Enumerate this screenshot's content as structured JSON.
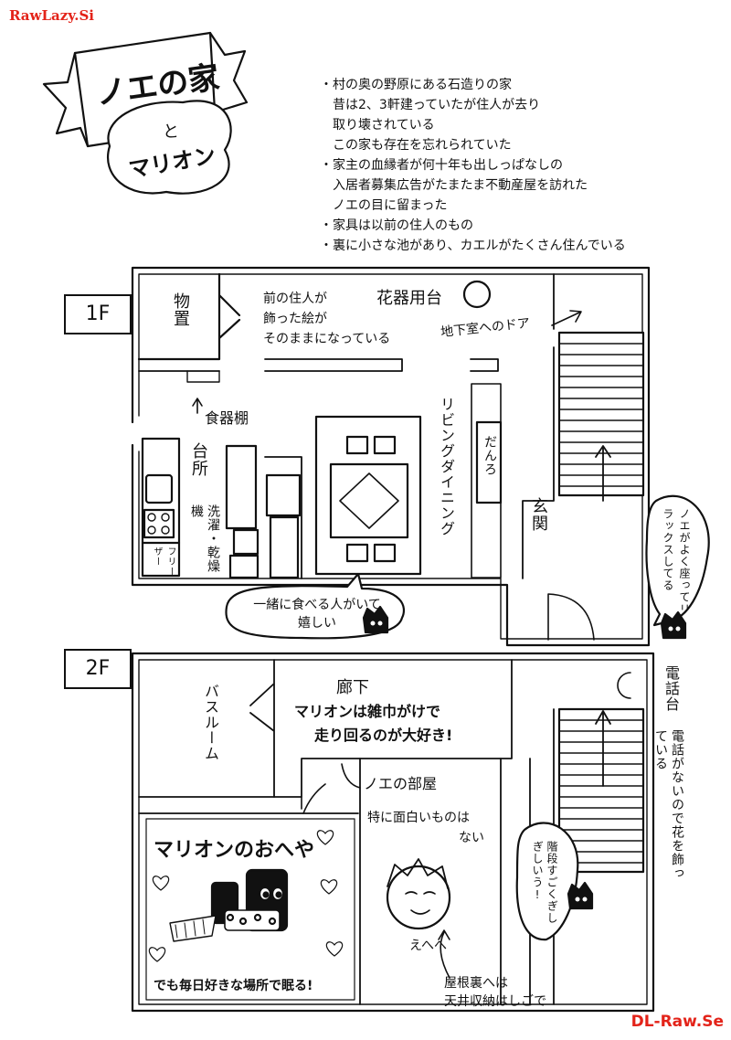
{
  "watermarks": {
    "top_left": "RawLazy.Si",
    "bottom_right": "DL-Raw.Se"
  },
  "banner": {
    "title": "ノエの家",
    "sub1": "と",
    "sub2": "マリオン"
  },
  "notes": [
    "村の奥の野原にある石造りの家",
    "昔は2、3軒建っていたが住人が去り",
    "取り壊されている",
    "この家も存在を忘れられていた",
    "家主の血縁者が何十年も出しっぱなしの",
    "入居者募集広告がたまたま不動産屋を訪れた",
    "ノエの目に留まった",
    "家具は以前の住人のもの",
    "裏に小さな池があり、カエルがたくさん住んでいる"
  ],
  "bullet": "・",
  "floor1": {
    "label": "1F",
    "storage": "物置",
    "painting_note": [
      "前の住人が",
      "飾った絵が",
      "そのままになっている"
    ],
    "vase_stand": "花器用台",
    "basement_door": "地下室へのドア",
    "cupboard": "食器棚",
    "kitchen": "台所",
    "washer": "洗濯・乾燥機",
    "freezer": "フリーザー",
    "living": "リビングダイニング",
    "fireplace": "だんろ",
    "entrance": "玄関",
    "noe_note": "ノエがよく座ってリラックスしてる",
    "eat_note": [
      "一緒に食べる人がいて",
      "嬉しい"
    ]
  },
  "floor2": {
    "label": "2F",
    "bathroom": "バスルーム",
    "hallway": "廊下",
    "hallway_note": [
      "マリオンは雑巾がけで",
      "走り回るのが大好き!"
    ],
    "phone_stand": "電話台",
    "phone_note": "電話がないので花を飾っている",
    "noe_room": "ノエの部屋",
    "noe_room_note": [
      "特に面白いものは",
      "ない"
    ],
    "marion_room": "マリオンのおへや",
    "marion_caption": "でも毎日好きな場所で眠る!",
    "stairs_note": "階段すごくぎしぎしいう!",
    "ehehe": "えへへ",
    "attic_note": [
      "屋根裏へは",
      "天井収納はしごで"
    ]
  }
}
